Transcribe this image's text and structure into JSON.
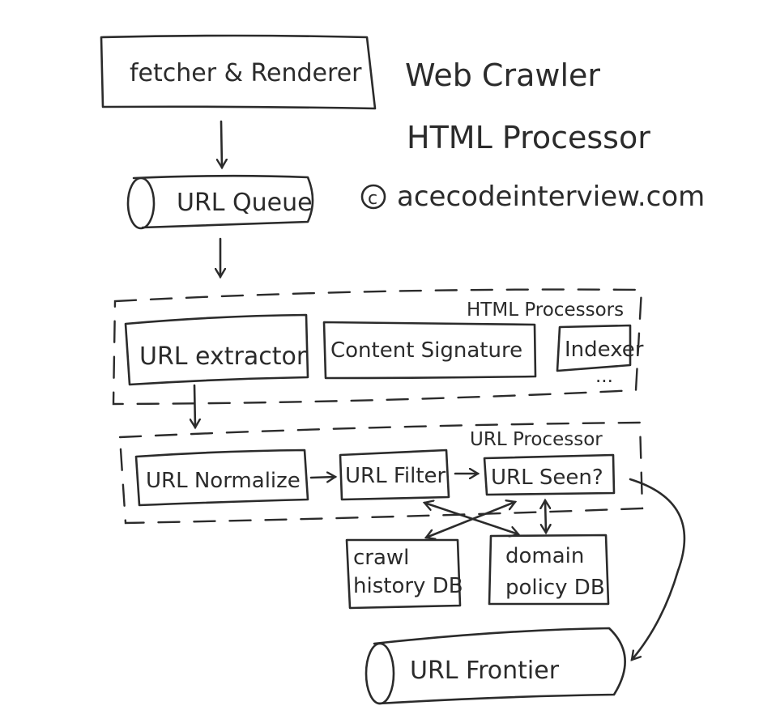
{
  "titles": {
    "line1": "Web Crawler",
    "line2": "HTML Processor",
    "copyright_symbol": "©",
    "copyright_text": "acecodeinterview.com"
  },
  "nodes": {
    "fetcher": "fetcher & Renderer",
    "url_queue": "URL Queue",
    "url_extractor": "URL extractor",
    "content_signature": "Content Signature",
    "indexer": "Indexer",
    "more": "...",
    "url_normalize": "URL Normalize",
    "url_filter": "URL Filter",
    "url_seen": "URL Seen?",
    "crawl_history_db": [
      "crawl",
      "history DB"
    ],
    "domain_policy_db": [
      "domain",
      "policy DB"
    ],
    "url_frontier": "URL Frontier"
  },
  "groups": {
    "html_processors": "HTML Processors",
    "url_processor": "URL Processor"
  },
  "edges": [
    {
      "from": "fetcher",
      "to": "url_queue",
      "type": "directed"
    },
    {
      "from": "url_queue",
      "to": "html_processors",
      "type": "directed"
    },
    {
      "from": "url_extractor",
      "to": "url_processor",
      "type": "directed"
    },
    {
      "from": "url_normalize",
      "to": "url_filter",
      "type": "directed"
    },
    {
      "from": "url_filter",
      "to": "url_seen",
      "type": "directed"
    },
    {
      "from": "url_filter",
      "to": "domain_policy_db",
      "type": "bidirectional"
    },
    {
      "from": "url_seen",
      "to": "crawl_history_db",
      "type": "bidirectional"
    },
    {
      "from": "url_seen",
      "to": "domain_policy_db",
      "type": "bidirectional"
    },
    {
      "from": "url_seen",
      "to": "url_frontier",
      "type": "directed"
    }
  ]
}
